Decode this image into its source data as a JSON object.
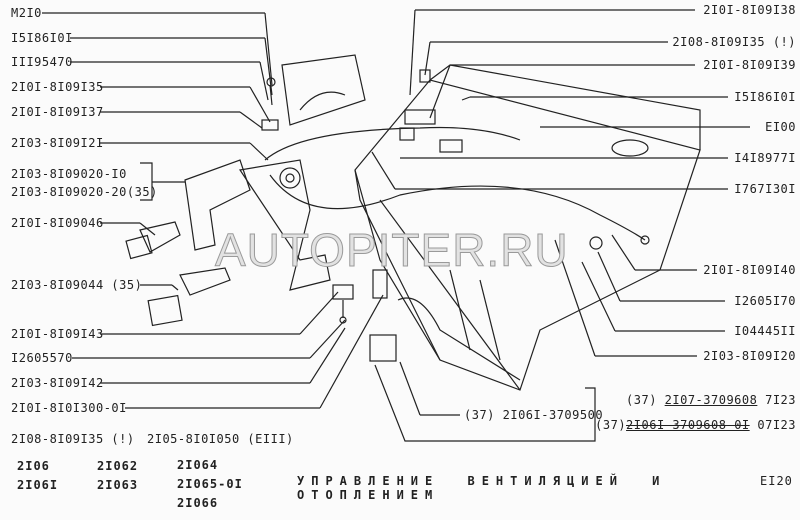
{
  "left_labels": [
    "M2I0",
    "I5I86I0I",
    "III95470",
    "2I0I-8I09I35",
    "2I0I-8I09I37",
    "2I03-8I09I2I",
    "2I03-8I09020-I0",
    "2I03-8I09020-20(35)",
    "2I0I-8I09046",
    "2I03-8I09044 (35)",
    "2I0I-8I09I43",
    "I2605570",
    "2I03-8I09I42",
    "2I0I-8I0I300-0I"
  ],
  "bottom_notes": [
    "2I08-8I09I35 (!)",
    "2I05-8I0I050 (EIII)"
  ],
  "right_labels": [
    "2I0I-8I09I38",
    "2I08-8I09I35 (!)",
    "2I0I-8I09I39",
    "I5I86I0I",
    "EI00",
    "I4I8977I",
    "I767I30I",
    "2I0I-8I09I40",
    "I2605I70",
    "I04445II",
    "2I03-8I09I20"
  ],
  "switch_label": "(37) 2I06I-3709500",
  "lamp_labels": {
    "a_prefix": "(37)",
    "a_part": "2I07-3709608",
    "a_suffix": "7I23",
    "b_prefix": "(37)",
    "b_part": "2I06I-3709608-0I",
    "b_suffix": "07I23"
  },
  "models": [
    "2I06",
    "2I06I",
    "2I062",
    "2I063",
    "2I064",
    "2I065-0I",
    "2I066"
  ],
  "title": "УПРАВЛЕНИЕ ВЕНТИЛЯЦИЕЙ И ОТОПЛЕНИЕМ",
  "sheet": "EI20",
  "watermark": "AUTOPITER.RU"
}
